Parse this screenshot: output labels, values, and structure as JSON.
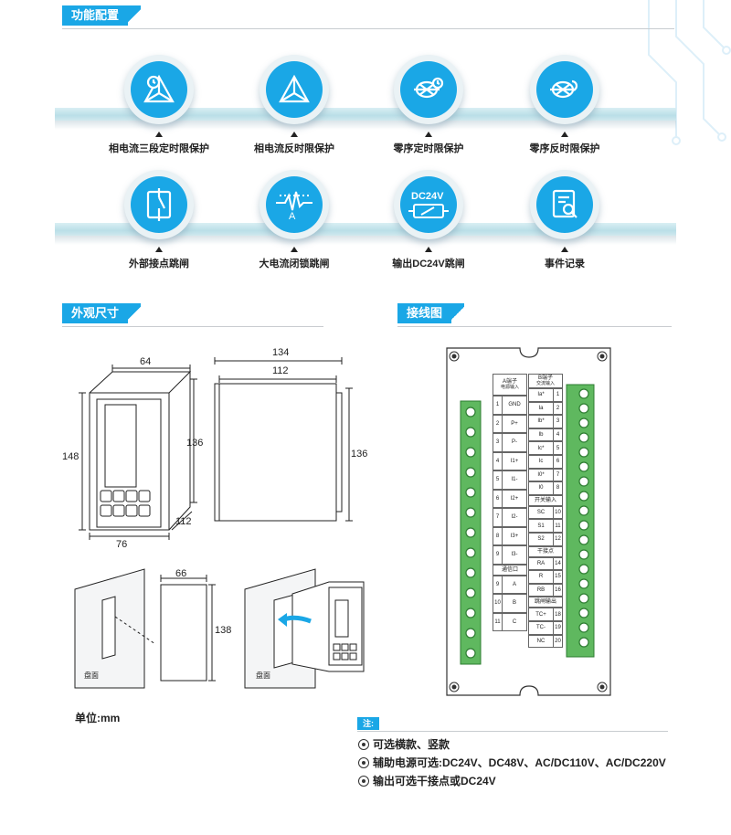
{
  "sections": {
    "functions": "功能配置",
    "dimensions": "外观尺寸",
    "wiring": "接线图"
  },
  "functions": [
    {
      "label": "相电流三段定时限保护",
      "icon": "clock-triangle-icon"
    },
    {
      "label": "相电流反时限保护",
      "icon": "triangle-icon"
    },
    {
      "label": "零序定时限保护",
      "icon": "zero-sequence-clock-icon"
    },
    {
      "label": "零序反时限保护",
      "icon": "zero-sequence-icon"
    },
    {
      "label": "外部接点跳闸",
      "icon": "switch-icon"
    },
    {
      "label": "大电流闭锁跳闸",
      "icon": "waveform-icon"
    },
    {
      "label": "输出DC24V跳闸",
      "icon": "dc24v-icon",
      "badge": "DC24V"
    },
    {
      "label": "事件记录",
      "icon": "document-search-icon"
    }
  ],
  "dimensions": {
    "front_width": "64",
    "front_height": "148",
    "depth_height": "136",
    "depth": "112",
    "base_width": "76",
    "side_total": "134",
    "side_body": "112",
    "side_height": "136",
    "cutout_width": "66",
    "cutout_height": "138",
    "panel_label_1": "盘面",
    "panel_label_2": "盘面"
  },
  "unit": "单位:mm",
  "wiring": {
    "a_header": "A端子",
    "a_sub": "电源输入",
    "b_header": "B端子",
    "b_sub": "交流输入",
    "a_rows": [
      {
        "n": "1",
        "t": "GND"
      },
      {
        "n": "2",
        "t": "P+"
      },
      {
        "n": "3",
        "t": "P-"
      },
      {
        "n": "4",
        "t": "I1+"
      },
      {
        "n": "5",
        "t": "I1-"
      },
      {
        "n": "6",
        "t": "I2+"
      },
      {
        "n": "7",
        "t": "I2-"
      },
      {
        "n": "8",
        "t": "I3+"
      },
      {
        "n": "9",
        "t": "I3-"
      }
    ],
    "a_comm": "通信口",
    "a_rows2": [
      {
        "n": "9",
        "t": "A"
      },
      {
        "n": "10",
        "t": "B"
      },
      {
        "n": "11",
        "t": "C"
      }
    ],
    "b_rows": [
      {
        "t": "Ia*",
        "n": "1"
      },
      {
        "t": "Ia",
        "n": "2"
      },
      {
        "t": "Ib*",
        "n": "3"
      },
      {
        "t": "Ib",
        "n": "4"
      },
      {
        "t": "Ic*",
        "n": "5"
      },
      {
        "t": "Ic",
        "n": "6"
      },
      {
        "t": "I0*",
        "n": "7"
      },
      {
        "t": "I0",
        "n": "8"
      }
    ],
    "b_switch": "开关输入",
    "b_rows2": [
      {
        "t": "SC",
        "n": "10"
      },
      {
        "t": "S1",
        "n": "11"
      },
      {
        "t": "S2",
        "n": "12"
      }
    ],
    "b_dry": "干接点",
    "b_rows3": [
      {
        "t": "RA",
        "n": "14"
      },
      {
        "t": "R",
        "n": "15"
      },
      {
        "t": "RB",
        "n": "16"
      }
    ],
    "b_trip": "跳闸输出",
    "b_rows4": [
      {
        "t": "TC+",
        "n": "18"
      },
      {
        "t": "TC-",
        "n": "19"
      },
      {
        "t": "NC",
        "n": "20"
      }
    ]
  },
  "notes": {
    "tag": "注:",
    "items": [
      "可选横款、竖款",
      "辅助电源可选:DC24V、DC48V、AC/DC110V、AC/DC220V",
      "输出可选干接点或DC24V"
    ]
  },
  "colors": {
    "accent": "#1aa7e6",
    "terminal_green": "#4caf50"
  }
}
